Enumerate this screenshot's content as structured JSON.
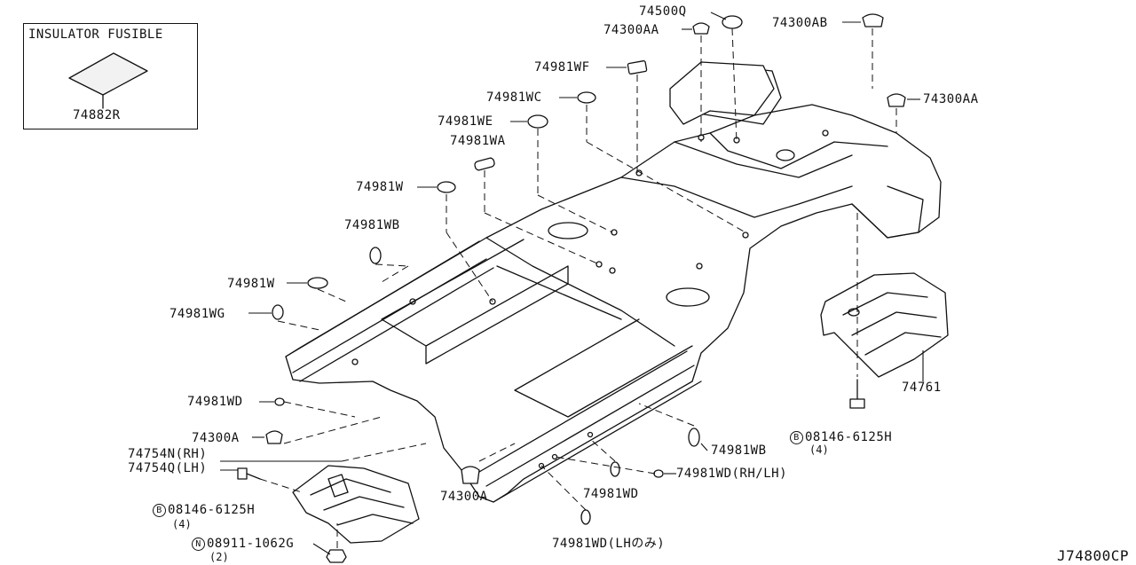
{
  "inset": {
    "title": "INSULATOR FUSIBLE",
    "part": "74882R"
  },
  "diagram_code": "J74800CP",
  "labels": {
    "p74500Q": "74500Q",
    "p74300AA_top": "74300AA",
    "p74300AB": "74300AB",
    "p74300AA_right": "74300AA",
    "p74981WF": "74981WF",
    "p74981WC": "74981WC",
    "p74981WE": "74981WE",
    "p74981WA": "74981WA",
    "p74981W_a": "74981W",
    "p74981WB_left": "74981WB",
    "p74981W_b": "74981W",
    "p74981WG": "74981WG",
    "p74981WD_left": "74981WD",
    "p74300A_left": "74300A",
    "p74754N": "74754N(RH)",
    "p74754Q": "74754Q(LH)",
    "bolt_left": "08146-6125H",
    "bolt_left_qty": "(4)",
    "nut": "08911-1062G",
    "nut_qty": "(2)",
    "p74300A_bottom": "74300A",
    "p74981WD_bottom": "74981WD",
    "p74981WD_lh": "74981WD(LHのみ)",
    "p74981WD_rhlh": "74981WD(RH/LH)",
    "p74981WB_right": "74981WB",
    "bolt_right": "08146-6125H",
    "bolt_right_qty": "(4)",
    "p74761": "74761"
  },
  "markers": {
    "bolt": "B",
    "nut": "N"
  }
}
